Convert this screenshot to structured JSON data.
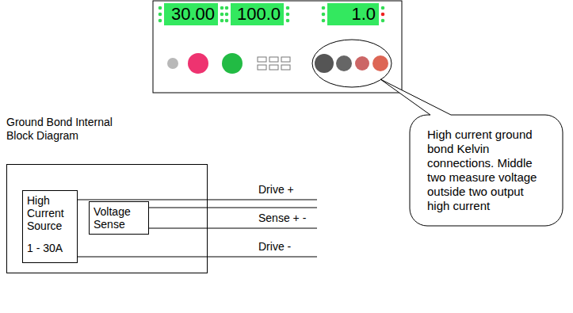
{
  "diagram": {
    "nodes": [
      {
        "text": [
          "30.00"
        ]
      },
      {
        "text": [
          "100.0"
        ]
      },
      {
        "text": [
          "1.0"
        ]
      },
      {
        "text": [
          "Ground Bond Internal Block Diagram"
        ]
      },
      {
        "text": [
          "High Current Source",
          "1 - 30A"
        ],
        "in": 3
      },
      {
        "text": [
          "Voltage Sense"
        ],
        "in": 3
      },
      {
        "text": [
          "High current ground bond Kelvin connections. Middle two measure voltage outside two output high current"
        ]
      }
    ],
    "labels": [
      "Drive +",
      "Sense + -",
      "Drive -"
    ]
  }
}
